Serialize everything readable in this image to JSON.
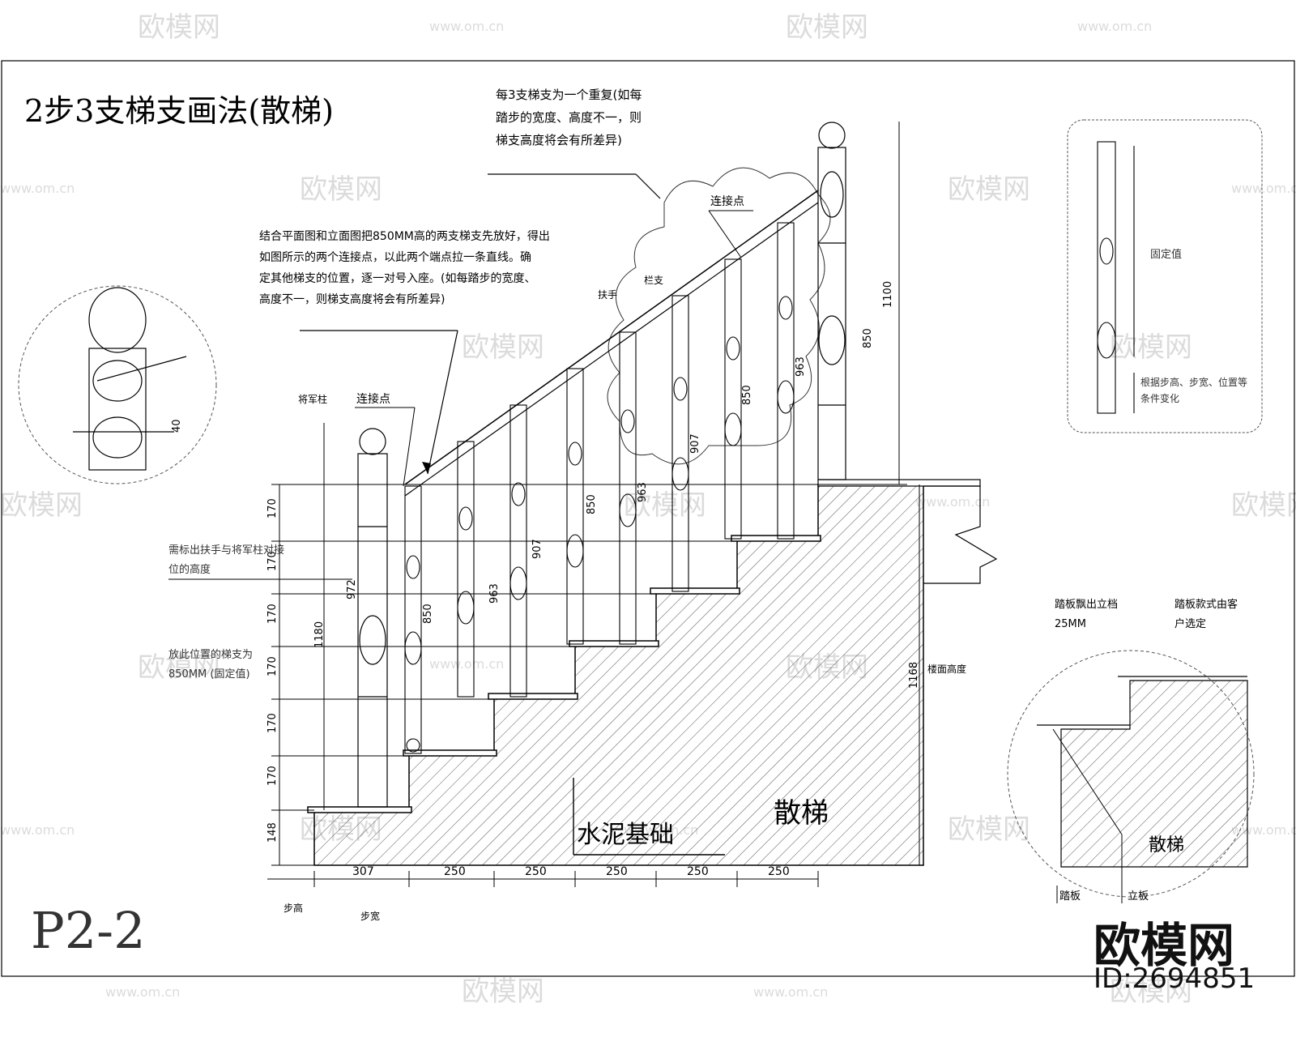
{
  "drawing": {
    "title": "2步3支梯支画法(散梯)",
    "sheet_id": "P2-2",
    "note_top": [
      "每3支梯支为一个重复(如每",
      "踏步的宽度、高度不一，则",
      "梯支高度将会有所差异)"
    ],
    "note_main": [
      "结合平面图和立面图把850MM高的两支梯支先放好，得出",
      "如图所示的两个连接点，以此两个端点拉一条直线。确",
      "定其他梯支的位置，逐一对号入座。(如每踏步的宽度、",
      "高度不一，则梯支高度将会有所差异)"
    ],
    "note_left_a": [
      "需标出扶手与将军柱对接",
      "位的高度"
    ],
    "note_left_b": [
      "放此位置的梯支为",
      "850MM (固定值)"
    ],
    "label_connect_upper": "连接点",
    "label_connect_lower": "连接点",
    "label_newel": "将军柱",
    "label_handrail": "扶手",
    "label_baluster": "栏支",
    "label_foundation": "水泥基础",
    "label_stair": "散梯",
    "label_floor_height": "楼面高度",
    "label_step_height": "步高",
    "label_step_width": "步宽",
    "detail_fixed": "固定值",
    "detail_vary": [
      "根据步高、步宽、位置等",
      "条件变化"
    ],
    "tread_note_a": [
      "踏板飘出立档",
      "25MM"
    ],
    "tread_note_b": [
      "踏板款式由客",
      "户选定"
    ],
    "detail_stair": "散梯",
    "detail_tread": "踏板",
    "detail_riser": "立板",
    "dims_horizontal": [
      "307",
      "250",
      "250",
      "250",
      "250",
      "250"
    ],
    "dims_vertical": [
      "148",
      "170",
      "170",
      "170",
      "170",
      "170",
      "170"
    ],
    "dims_misc": [
      "1180",
      "972",
      "850",
      "963",
      "907",
      "850",
      "963",
      "907",
      "850",
      "963",
      "850",
      "1100",
      "1168",
      "40"
    ]
  },
  "watermark": {
    "brand": "欧模网",
    "url": "www.om.cn",
    "id_text": "ID:2694851"
  }
}
